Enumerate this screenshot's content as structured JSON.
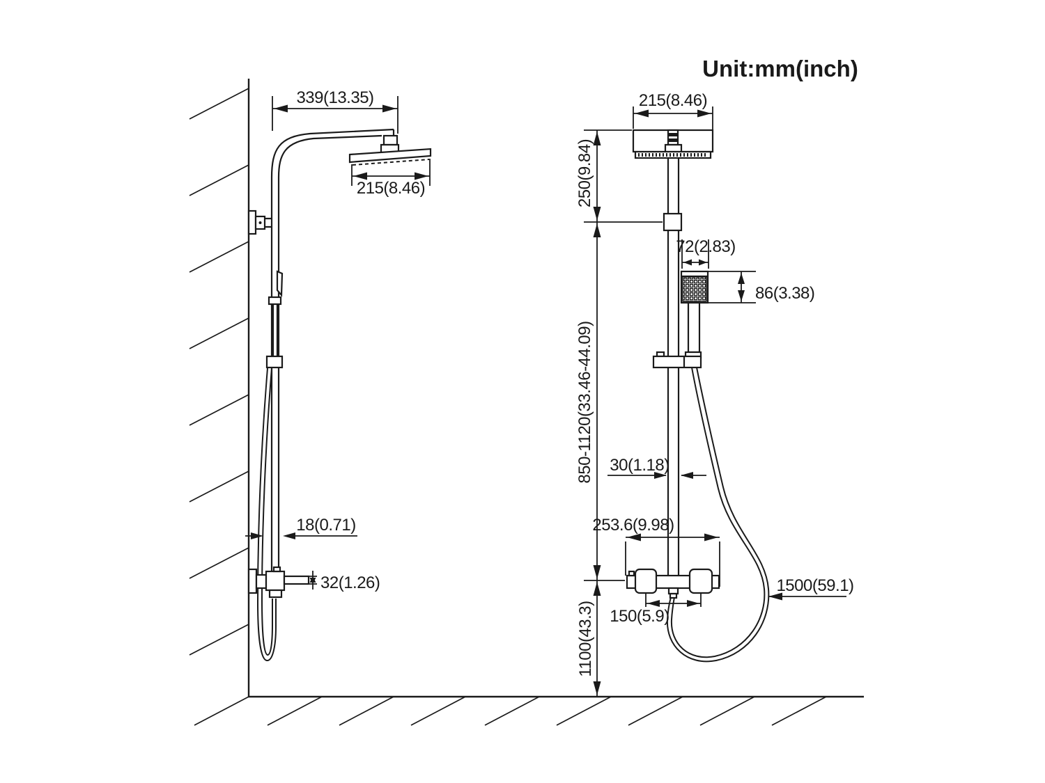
{
  "title": {
    "unit_label": "Unit:mm(inch)"
  },
  "colors": {
    "line": "#1a1a1a",
    "background": "#ffffff"
  },
  "dimensions": {
    "side_view": {
      "arm_reach": "339(13.35)",
      "head_width": "215(8.46)",
      "wall_to_pipe": "18(0.71)",
      "valve_spout_height": "32(1.26)"
    },
    "front_view": {
      "head_width": "215(8.46)",
      "head_to_bracket": "250(9.84)",
      "handheld_width": "72(2.83)",
      "handheld_height": "86(3.38)",
      "riser_adjustable_range": "850-1120(33.46-44.09)",
      "pipe_width": "30(1.18)",
      "valve_trim_width": "253.6(9.98)",
      "handle_spacing": "150(5.9)",
      "hose_length": "1500(59.1)",
      "valve_to_floor": "1100(43.3)"
    }
  }
}
